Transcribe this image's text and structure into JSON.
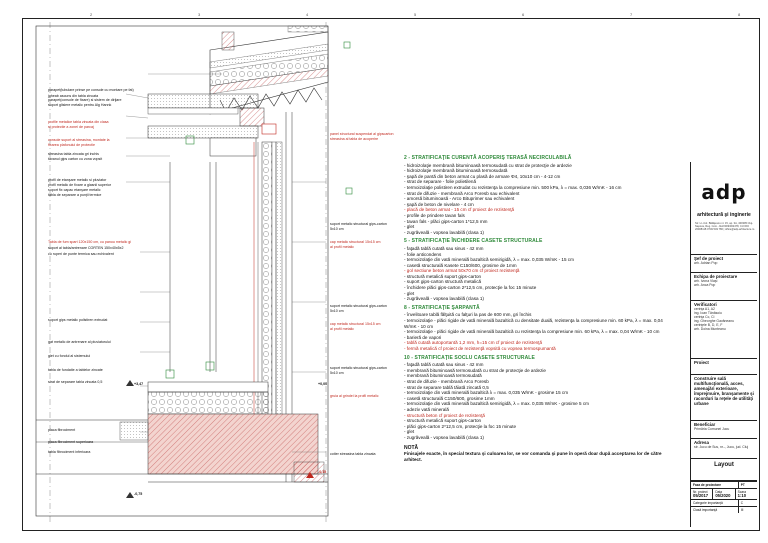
{
  "drawing": {
    "labels_left": [
      "parapet(tubulare prinse pe console cu montare pe fat)",
      "jgheab ascuns din tabla zincata",
      "parapet(console de fixare) si sistem de dirijare",
      "suport glisiere metalic pentru Alg Hannk",
      "profile metalice tabla zincata din clasa",
      "si protectie a zonei de parcaj",
      "console suport al streasina, montate la",
      "fixarea plafonului de protectie",
      "streasina tabla zincata gri inchis",
      "tavanul gips carton cu zona vopsit",
      "profil de etanşare metalic si pluviator",
      "profil metalic de fixare a glasnii superior",
      "suport fix capac etanşare metalic",
      "tabla de separare a punţii termice",
      "Tabla de fum spart 120x150 cm, cu panou metalic gi",
      "suport al tabla/antrenare CORTEN 150x40x5x2",
      "cu ruperi de punte termica sau echivalent",
      "suport gips metalic polistiren extrudat",
      "gat metalic de antrenare al pluviatorului",
      "glet cu fondul al sistemului",
      "tabla de fundatie a tablelor zincate",
      "strat de separare tabla zincata 0,5",
      "placa fibrociment",
      "placa fibrociment superioara",
      "tabla fibrociment inferioara"
    ],
    "labels_right": [
      "panel structural suspendat al gipscarton",
      "streasina al tabla de acoperire",
      "suport metalic structural gips-carton",
      "5x10 cm",
      "cap metalic structural 15x15 cm",
      "al profil metalic",
      "suport metalic structural gips-carton",
      "5x10 cm",
      "cap metalic structural 15x15 cm",
      "al profil metalic",
      "suport metalic structural gips-carton",
      "5x10 cm",
      "gruia al grindei la profil metalic",
      "cotier streasina tabla zincata"
    ],
    "levels": [
      "+3,47",
      "+0,00",
      "-0,15",
      "-0,75"
    ],
    "grid_marks": [
      "3",
      "4",
      "5",
      "10",
      "15"
    ],
    "sheet_marks_top": [
      "2",
      "3",
      "4",
      "5",
      "6",
      "7",
      "8"
    ]
  },
  "notes": {
    "sections": [
      {
        "title": "2 - STRATIFICAŢIE CURENTĂ ACOPERIŞ TERASĂ NECIRCULABILĂ",
        "items": [
          {
            "t": "- hidroizolaţie membrană bituminoasă termosudată cu strat de protecţie de ardezie"
          },
          {
            "t": "- hidroizolaţie membrană bituminoasă termosudată"
          },
          {
            "t": "- şapă de pantă din beton armat cu plasă de armare Φ4, 10x10 cm - 4-12 cm"
          },
          {
            "t": "- strat de separare - folie polietilenă"
          },
          {
            "t": "- termoizolaţie polistiren extrudat cu rezistenţa la compresiune min. 500 kPa, λ = max. 0,036 W/mK - 16 cm"
          },
          {
            "t": "- strat de difuzie - membrană Arco Foresb sau echivalent"
          },
          {
            "t": "- amorsă bituminoasă - Arco Bituprimer sau echivalent"
          },
          {
            "t": "- şapă de beton de nivelare - 4 cm"
          },
          {
            "t": "- placă de beton armat - 15 cm cf proiect de rezistenţă",
            "red": true
          },
          {
            "t": "- profile de prindere tavan fals"
          },
          {
            "t": "- tavan fals - plăci gips-carton 1*12,5 mm"
          },
          {
            "t": "- glet"
          },
          {
            "t": "- zugrăveală - vopsea lavabilă (clasa 1)"
          }
        ]
      },
      {
        "title": "5 - STRATIFICAŢIE ÎNCHIDERE CASETE STRUCTURALE",
        "items": [
          {
            "t": "- faţadă tablă cutată sau sinus - 42 mm"
          },
          {
            "t": "- folie anticondens"
          },
          {
            "t": "- termoizolaţie din vată minerală bazaltică semirigidă, λ = max. 0,035 W/mK - 15 cm"
          },
          {
            "t": "- casetă structurală Kasete C150/600, grosime de 1mm"
          },
          {
            "t": "- gol sectiune beton armat 50x70 cm cf proiect rezistenţă",
            "red": true
          },
          {
            "t": "- structură metalică suport gips-carton"
          },
          {
            "t": "- suport gips-carton structură metalică"
          },
          {
            "t": "- închidere plăci gips-carton 2*12,5 cm, protecţie la foc 15 minute"
          },
          {
            "t": "- glet"
          },
          {
            "t": "- zugrăveală - vopsea lavabilă (clasa 1)"
          }
        ]
      },
      {
        "title": "8 - STRATIFICAŢIE ŞARPANTĂ",
        "items": [
          {
            "t": "- învelitoare tablă fălţuită cu falţuri la pas de 600 mm, gri închis"
          },
          {
            "t": "- termoizolaţie - plăci rigide de vată minerală bazaltică cu densitate duală, rezistenţa la compresiune min. 60 kPa, λ = max. 0,04 W/mK - 10 cm"
          },
          {
            "t": "- termoizolaţie - plăci rigide de vată minerală bazaltică cu rezistenţa la compresiune min. 60 kPa, λ = max. 0,04 W/mK - 10 cm"
          },
          {
            "t": "- barieră de vapori"
          },
          {
            "t": "- tablă cutată autoportantă 1,2 mm, h=15 cm cf proiect de rezistenţă",
            "red": true
          },
          {
            "t": "- fermă metalică cf proiect de rezistenţă vopsită cu vopsea termospumantă",
            "red": true
          }
        ]
      },
      {
        "title": "10 - STRATIFICAŢIE SOCLU CASETE STRUCTURALE",
        "items": [
          {
            "t": "- faţadă tablă cutată sau sinus - 42 mm"
          },
          {
            "t": "- membrană bituminoasă termosudată cu strat de protecţie de ardezie"
          },
          {
            "t": "- membrană bituminoasă termosudată"
          },
          {
            "t": "- strat de difuzie - membrană Arco Foresb"
          },
          {
            "t": "- strat de separare tablă tăiată zincată 0,5"
          },
          {
            "t": "- termoizolaţie din vată minerală bazaltică λ = max. 0,035 W/mK - grosime 15 cm"
          },
          {
            "t": "- casetă structurală C150/600, grosime 1mm"
          },
          {
            "t": "- termoizolaţie din vată minerală bazaltică semirigidă, λ = max. 0,035 W/mK - grosime 5 cm"
          },
          {
            "t": "- adeziv vată minerală"
          },
          {
            "t": "- structură beton cf proiect de rezistenţă",
            "red": true
          },
          {
            "t": "- structură metalică suport gips-carton"
          },
          {
            "t": "- plăci gips-carton 2*12,5 cm, protecţie la foc 15 minute"
          },
          {
            "t": "- glet"
          },
          {
            "t": "- zugrăveală - vopsea lavabilă (clasa 1)"
          }
        ]
      }
    ],
    "nota_title": "NOTĂ",
    "nota_text": "Finisajele exacte, în special textura şi culoarea lor, se vor comanda şi pune în operă doar după acceptarea lor de către arhitect."
  },
  "title_block": {
    "logo": "adp",
    "logo_sub": "arhitectură şi inginerie",
    "address": "Str. Lt.-Col. Bălăşescu nr. 15, ap. 3A, 400395 Cluj-Napoca, Reg. Com. J12/2009/002478, CUI RO 26008118 0749 549 780 | office@adp-arhitecture.ro",
    "rows": [
      {
        "h": "Şef de proiect",
        "v": "arh. Adrian Pop"
      },
      {
        "h": "Echipa de proiectare",
        "v": "arh. Ivona Vlaşi\narh. Anca Pop"
      },
      {
        "h": "Verificatori",
        "v": "cerinţa A1, A2\ning. Ioan Tănăsoiu\ncerinţa Cc, Ci\ning. Gheorghe Gavăneanu\ncerinţele B, D, E, F\narh. Doina Munteanu"
      },
      {
        "h": "Proiect",
        "v": ""
      }
    ],
    "project": "Construire sală multifuncţională, acces, amenajări exterioare, împrejmuire, branşamente şi racorduri la reţele de utilităţi urbane",
    "beneficiar_h": "Beneficiar",
    "beneficiar_v": "Primăria Comunei Jucu",
    "adresa_h": "Adresa",
    "adresa_v": "str. Jucu de Sus, nr.-, Jucu, jud. Cluj",
    "layout_h": "Layout",
    "faza_h": "Faza de proiectare",
    "faza_v": "PT",
    "meta": [
      {
        "h": "Nr. proiect",
        "v": "05/2017"
      },
      {
        "h": "Data",
        "v": "05/2020"
      },
      {
        "h": "Scara",
        "v": "1:10"
      }
    ],
    "category": [
      {
        "h": "Categorie importanţă",
        "v": "C"
      },
      {
        "h": "Clasă importanţă",
        "v": "III"
      }
    ]
  }
}
